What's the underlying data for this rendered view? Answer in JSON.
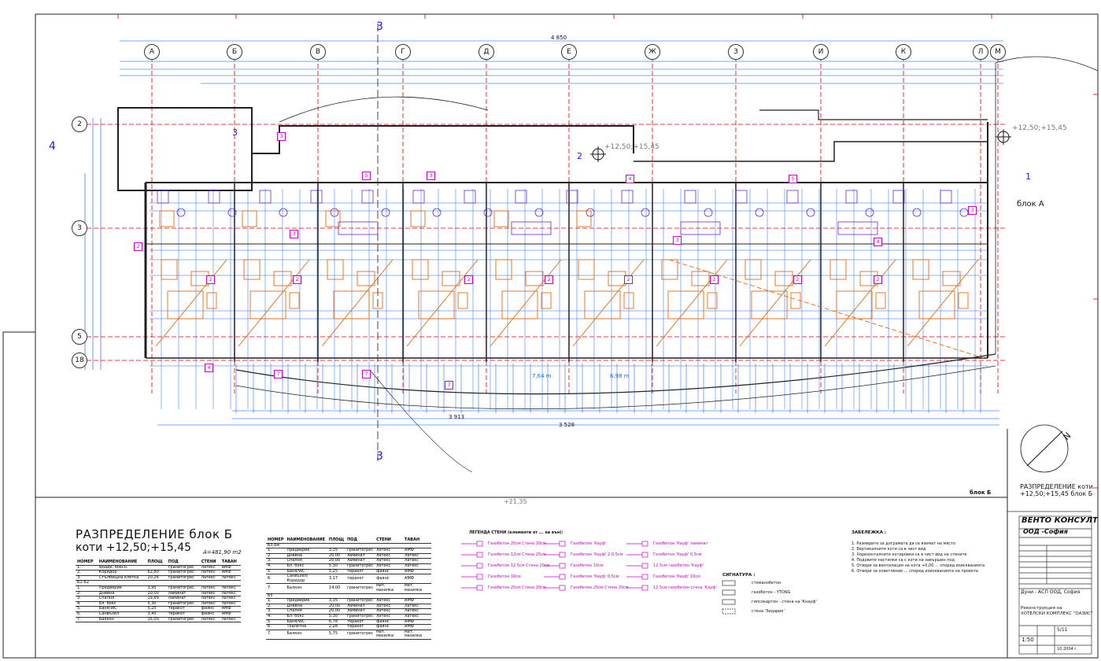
{
  "drawing": {
    "main_title": "РАЗПРЕДЕЛЕНИЕ    блок Б",
    "sub_title": "коти +12,50;+15,45",
    "area_note": "A=481,90 m2",
    "block_a_label": "блок А",
    "block_b_label": "блок Б",
    "elevation_top": "+12,50;+15,45",
    "elevation_main": "+12,50;+15,45",
    "elevation_bottom": "+21,35",
    "total_dim": "4 850",
    "overall_bottom_dim": "3 913",
    "overall_bottom_dim2": "3 528",
    "section_mark": "3",
    "section_left": "4",
    "mark_1": "1",
    "mark_2": "2",
    "area_1": "7,64 m",
    "area_2": "6,98 m",
    "north": "N"
  },
  "column_axes": [
    "А",
    "Б",
    "В",
    "Г",
    "Д",
    "Е",
    "Ж",
    "З",
    "И",
    "К",
    "Л",
    "М"
  ],
  "row_axes": [
    "2",
    "3",
    "5",
    "18"
  ],
  "left_table": {
    "headers": [
      "НОМЕР",
      "НАИМЕНОВАНИЕ",
      "ПЛОЩ",
      "ПОД",
      "СТЕНИ",
      "ТАВАН"
    ],
    "rows": [
      [
        "1.",
        "Фоайе, боксн.",
        "",
        "гранитогрес",
        "латекс",
        "АМФ"
      ],
      [
        "2.",
        "Коридор",
        "62,80",
        "гранитогрес",
        "латекс",
        "АМФ"
      ],
      [
        "3.",
        "Стълбищна клетка",
        "20,26",
        "гранитогрес",
        "латекс",
        "латекс"
      ],
      [
        "Б1-Б2",
        "",
        "",
        "",
        "",
        ""
      ],
      [
        "1.",
        "Предверие",
        "3,95",
        "гранитогрес",
        "латекс",
        "латекс"
      ],
      [
        "2.",
        "Дневна",
        "20,00",
        "ламинат",
        "латекс",
        "латекс"
      ],
      [
        "3.",
        "Спалня",
        "19,89",
        "ламинат",
        "латекс",
        "латекс"
      ],
      [
        "4.",
        "Бл. бокс",
        "5,30",
        "гранитогрес",
        "латекс",
        "латекс"
      ],
      [
        "5.",
        "Баня/WC",
        "5,25",
        "теракот",
        "фаянс",
        "АМФ"
      ],
      [
        "6.",
        "Санвъзел",
        "3,45",
        "теракот",
        "фаянс",
        "АМФ"
      ],
      [
        "7.",
        "Балкон",
        "15,00",
        "гранитогрес",
        "латекс",
        "латекс"
      ]
    ]
  },
  "right_table": {
    "headers": [
      "НОМЕР",
      "НАИМЕНОВАНИЕ",
      "ПЛОЩ",
      "ПОД",
      "СТЕНИ",
      "ТАВАН"
    ],
    "rows": [
      [
        "Б3-Б4",
        "",
        "",
        "",
        "",
        ""
      ],
      [
        "1.",
        "Предверие",
        "3,35",
        "гранитогрес",
        "латекс",
        "АМФ"
      ],
      [
        "2.",
        "Дневна",
        "20,00",
        "ламинат",
        "латекс",
        "латекс"
      ],
      [
        "3.",
        "Спалня",
        "20,00",
        "ламинат",
        "латекс",
        "латекс"
      ],
      [
        "4.",
        "Бл. бокс",
        "5,30",
        "гранитогрес",
        "латекс",
        "латекс"
      ],
      [
        "5.",
        "Баня/WC",
        "5,25",
        "теракот",
        "фаянс",
        "АМФ"
      ],
      [
        "6.",
        "Санвъзел/Коридор",
        "3,17",
        "теракот",
        "фаянс",
        "АМФ"
      ],
      [
        "7.",
        "Балкон",
        "14,00",
        "гранитогрес",
        "мат. мазилка",
        "мат. мазилка"
      ],
      [
        "Б5",
        "",
        "",
        "",
        "",
        ""
      ],
      [
        "1.",
        "Предверие",
        "3,35",
        "гранитогрес",
        "латекс",
        "АМФ"
      ],
      [
        "2.",
        "Дневна",
        "20,00",
        "ламинат",
        "латекс",
        "латекс"
      ],
      [
        "3.",
        "Спалня",
        "20,00",
        "ламинат",
        "латекс",
        "латекс"
      ],
      [
        "4.",
        "Бл. бокс",
        "5,30",
        "гранитогрес",
        "латекс",
        "латекс"
      ],
      [
        "5.",
        "Баня/WC",
        "6,78",
        "теракот",
        "фаянс",
        "АМФ"
      ],
      [
        "6.",
        "Тоалетна",
        "2,28",
        "теракот",
        "фаянс",
        "АМФ"
      ],
      [
        "7.",
        "Балкон",
        "5,75",
        "гранитогрес",
        "мат. мазилка",
        "мат. мазилка"
      ]
    ]
  },
  "legend": {
    "title": "ЛЕГЕНДА СТЕНИ (елементи от ... на вън):",
    "items": [
      "Газобетон 25см Стена 20см",
      "Газобетон 12см Стена 25см",
      "Газобетон 12.5см Стена 20см",
      "Газобетон 10см",
      "Газобетон 25см Стена 20см",
      "Газобетон 'Кауф'",
      "Газобетон 'Кауф' 2-0,5см",
      "Газобетон 10см",
      "Газобетон 'Кауф' 0,5см",
      "Газобетон 25см Стена 20см",
      "Газобетон 'Кауф' ламинат",
      "Газобетон 'Кауф' 0,5см",
      "12.5см газобетон 'Кауф'",
      "Газобетон 'Кауф' 10см",
      "12.5см газобетон стена 'Кауф'"
    ],
    "signature_title": "СИГНАТУРА :",
    "signatures": [
      "стоманобетон",
      "газобетон - YTONG",
      "гипсокартон - стена на 'Кнауф'",
      "стена 'Зидарие'"
    ]
  },
  "notes": {
    "title": "ЗАБЕЛЕЖКА :",
    "lines": [
      "1. Размерите за дограмата да се вземат на място",
      "2. Вертикалните коти са в чист вид",
      "3. Хоризонталните котировки са в чист вид на стените",
      "4. Подовите настилки са с коти на завършен под",
      "5. Отвори за вентилация на кота +0,00 ... според изискванията",
      "6. Отвори за осветление ... според изискванията на проекта"
    ]
  },
  "title_block": {
    "sheet_title": "РАЗПРЕДЕЛЕНИЕ коти",
    "sheet_title2": "+12,50;+15,45     блок Б",
    "company": "ВЕНТО КОНСУЛТ",
    "company2": "ООД -София",
    "client": "Дуни - АСП ООД, София",
    "project": "Реконструкция на",
    "project2": "ХОТЕЛСКИ КОМПЛЕКС \"ОАЗИС\"",
    "scale_label": "1:50",
    "sheet_no": "5/11",
    "date": "10.2004 г."
  },
  "colors": {
    "axis_red": "#e00000",
    "dim_blue": "#0050ff",
    "furniture_orange": "#e86a10",
    "label_magenta": "#c800c8",
    "wall_black": "#202020"
  }
}
